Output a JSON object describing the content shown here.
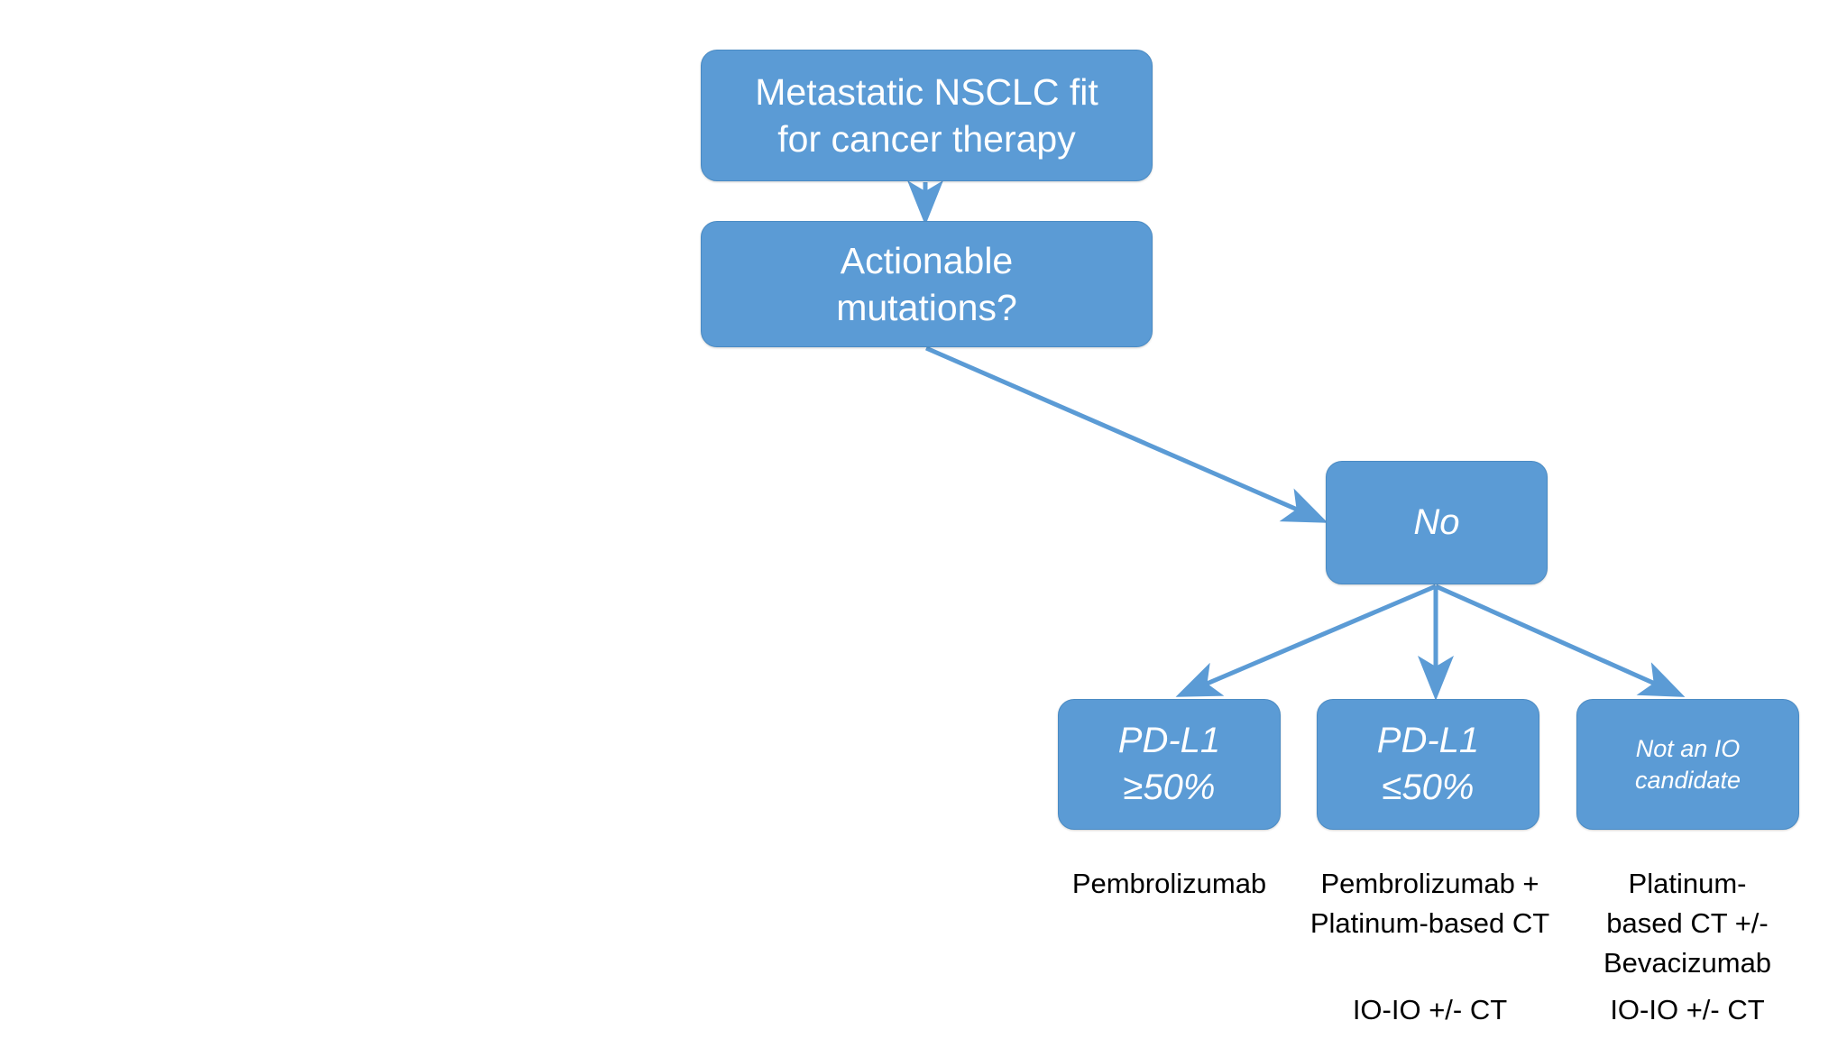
{
  "diagram": {
    "title": "Metastatic NSCLC treatment decision tree",
    "colors": {
      "node_fill": "#5B9BD5",
      "node_border": "#4A8BC4",
      "node_text": "#FFFFFF",
      "arrow": "#5B9BD5",
      "caption_text": "#000000",
      "background": "#FFFFFF"
    },
    "nodes": {
      "root": {
        "label": "Metastatic NSCLC fit\nfor cancer therapy"
      },
      "question": {
        "label": "Actionable\nmutations?"
      },
      "branch_no": {
        "label": "No"
      },
      "pdl1_high": {
        "label": "PD-L1\n≥50%"
      },
      "pdl1_low": {
        "label": "PD-L1\n≤50%"
      },
      "not_io": {
        "label": "Not an IO\ncandidate"
      }
    },
    "captions": {
      "pdl1_high_primary": "Pembrolizumab",
      "pdl1_low_primary": "Pembrolizumab +\nPlatinum-based CT",
      "pdl1_low_secondary": "IO-IO +/- CT",
      "not_io_primary": "Platinum-\nbased CT +/-\nBevacizumab",
      "not_io_secondary": "IO-IO +/- CT"
    },
    "edges": [
      {
        "from": "root",
        "to": "question"
      },
      {
        "from": "question",
        "to": "branch_no"
      },
      {
        "from": "branch_no",
        "to": "pdl1_high"
      },
      {
        "from": "branch_no",
        "to": "pdl1_low"
      },
      {
        "from": "branch_no",
        "to": "not_io"
      }
    ]
  }
}
